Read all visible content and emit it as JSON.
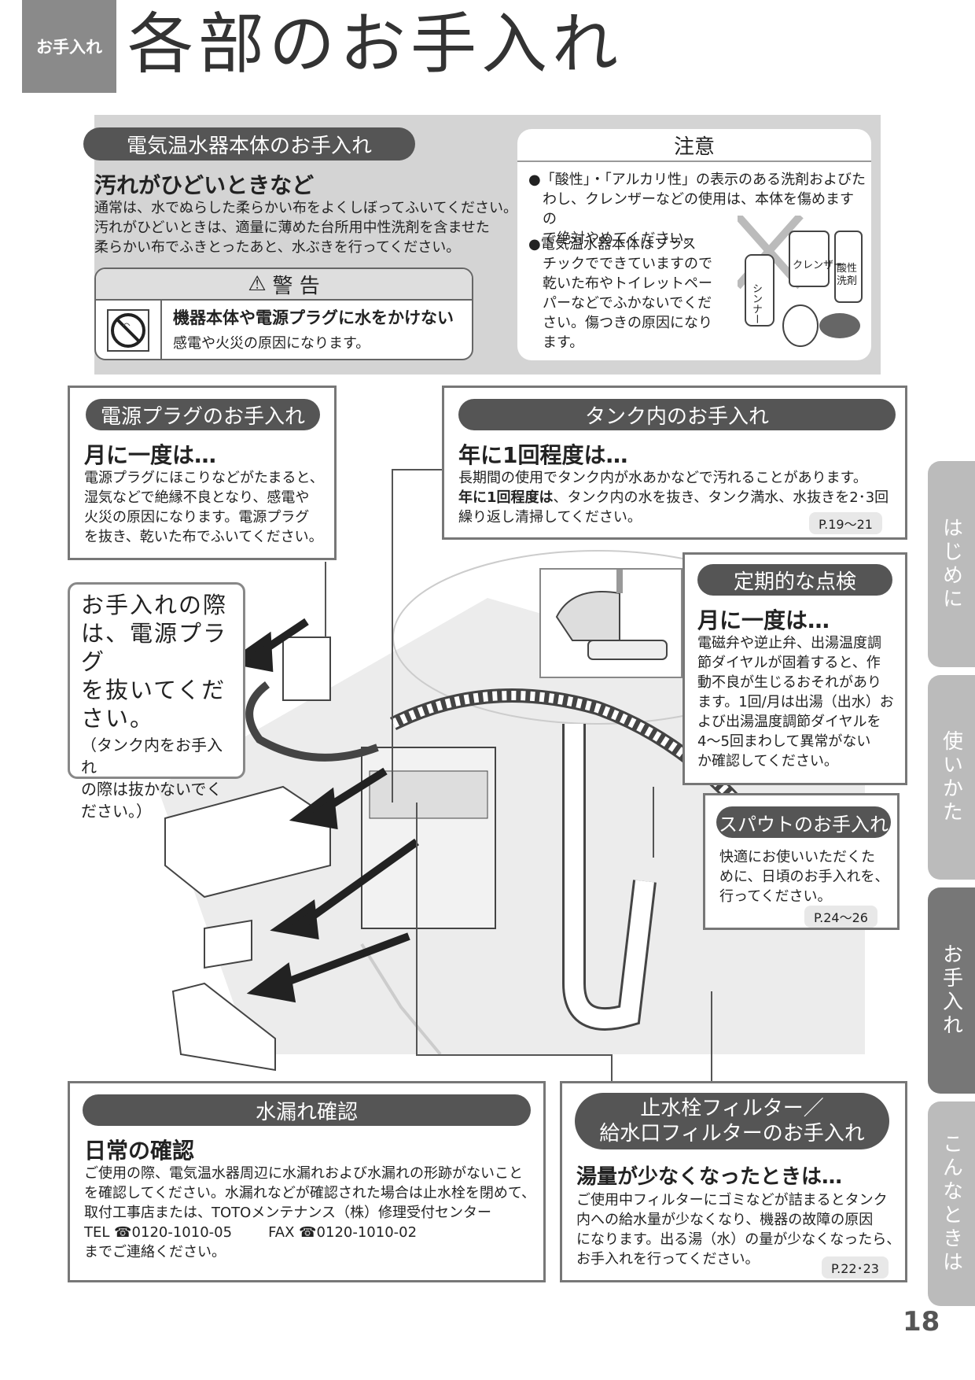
{
  "header": {
    "tag": "お手入れ",
    "title": "各部のお手入れ"
  },
  "main_unit": {
    "title": "電気温水器本体のお手入れ",
    "subtitle": "汚れがひどいときなど",
    "text": [
      "通常は、水でぬらした柔らかい布をよくしぼってふいてください。",
      "汚れがひどいときは、適量に薄めた台所用中性洗剤を含ませた",
      "柔らかい布でふきとったあと、水ぶきを行ってください。"
    ]
  },
  "warning": {
    "title": "警 告",
    "main": "機器本体や電源プラグに水をかけない",
    "sub": "感電や火災の原因になります。"
  },
  "caution": {
    "title": "注意",
    "item1": [
      "「酸性」・「アルカリ性」の表示のある洗剤およびた",
      "わし、クレンザーなどの使用は、本体を傷めますの",
      "で絶対やめてください。"
    ],
    "item2": [
      "電気温水器本体はプラス",
      "チックでできていますので",
      "乾いた布やトイレットペー",
      "パーなどでふかないでくだ",
      "さい。傷つきの原因になり",
      "ます。"
    ],
    "labels": {
      "thinner": "シンナー",
      "cleanser": "クレンザー",
      "acid": "酸性洗剤"
    }
  },
  "plug": {
    "title": "電源プラグのお手入れ",
    "subtitle": "月に一度は…",
    "text": [
      "電源プラグにほこりなどがたまると、",
      "湿気などで絶縁不良となり、感電や",
      "火災の原因になります。電源プラグ",
      "を抜き、乾いた布でふいてください。"
    ]
  },
  "tank": {
    "title": "タンク内のお手入れ",
    "subtitle": "年に1回程度は…",
    "text1": "長期間の使用でタンク内が水あかなどで汚れることがあります。",
    "bold": "年に1回程度は",
    "text2": "、タンク内の水を抜き、タンク満水、水抜きを2･3回",
    "text3": "繰り返し清掃してください。",
    "ref": "P.19～21"
  },
  "periodic": {
    "title": "定期的な点検",
    "subtitle": "月に一度は…",
    "text": [
      "電磁弁や逆止弁、出湯温度調",
      "節ダイヤルが固着すると、作",
      "動不良が生じるおそれがあり",
      "ます。1回/月は出湯（出水）お",
      "よび出湯温度調節ダイヤルを",
      "4～5回まわして異常がない",
      "か確認してください。"
    ]
  },
  "spout": {
    "title": "スパウトのお手入れ",
    "text": [
      "快適にお使いいただくた",
      "めに、日頃のお手入れを、",
      "行ってください。"
    ],
    "ref": "P.24～26"
  },
  "callout": {
    "main": [
      "お手入れの際",
      "は、電源プラグ",
      "を抜いてくだ",
      "さい。"
    ],
    "sub": [
      "（タンク内をお手入れ",
      "の際は抜かないでく",
      "ださい。）"
    ]
  },
  "leak": {
    "title": "水漏れ確認",
    "subtitle": "日常の確認",
    "text": [
      "ご使用の際、電気温水器周辺に水漏れおよび水漏れの形跡がないこと",
      "を確認してください。水漏れなどが確認された場合は止水栓を閉めて、",
      "取付工事店または、TOTOメンテナンス（株）修理受付センター"
    ],
    "tel": "TEL ☎0120-1010-05",
    "fax": "FAX ☎0120-1010-02",
    "end": "までご連絡ください。"
  },
  "filter": {
    "title1": "止水栓フィルター／",
    "title2": "給水口フィルターのお手入れ",
    "subtitle": "湯量が少なくなったときは…",
    "text": [
      "ご使用中フィルターにゴミなどが詰まるとタンク",
      "内への給水量が少なくなり、機器の故障の原因",
      "になります。出る湯（水）の量が少なくなったら、",
      "お手入れを行ってください。"
    ],
    "ref": "P.22･23"
  },
  "tabs": [
    "はじめに",
    "使いかた",
    "お手入れ",
    "こんなときは"
  ],
  "page_number": "18"
}
